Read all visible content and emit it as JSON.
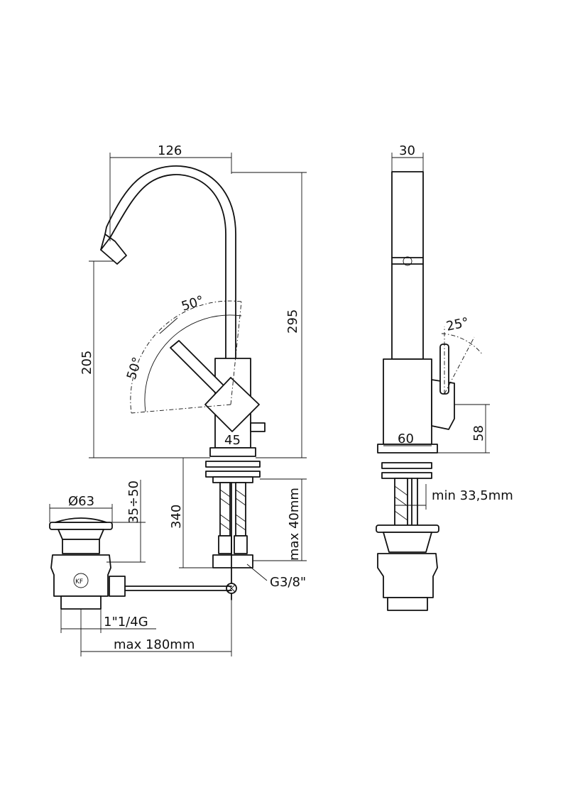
{
  "colors": {
    "line": "#111111",
    "background": "#ffffff"
  },
  "dimensions": {
    "spout_reach": "126",
    "total_height": "295",
    "spout_height": "205",
    "lever_angle_top": "50°",
    "lever_angle_side": "50°",
    "body_width_front": "45",
    "shank_length": "340",
    "max_deck_thickness": "max 40mm",
    "connection_thread": "G3/8\"",
    "waste_diameter": "Ø63",
    "waste_lift": "35÷50",
    "waste_thread": "1\"1/4G",
    "max_rod_length": "max 180mm",
    "spout_depth": "30",
    "lever_angle_profile": "25°",
    "body_depth": "60",
    "base_height": "58",
    "min_hole": "min 33,5mm"
  }
}
